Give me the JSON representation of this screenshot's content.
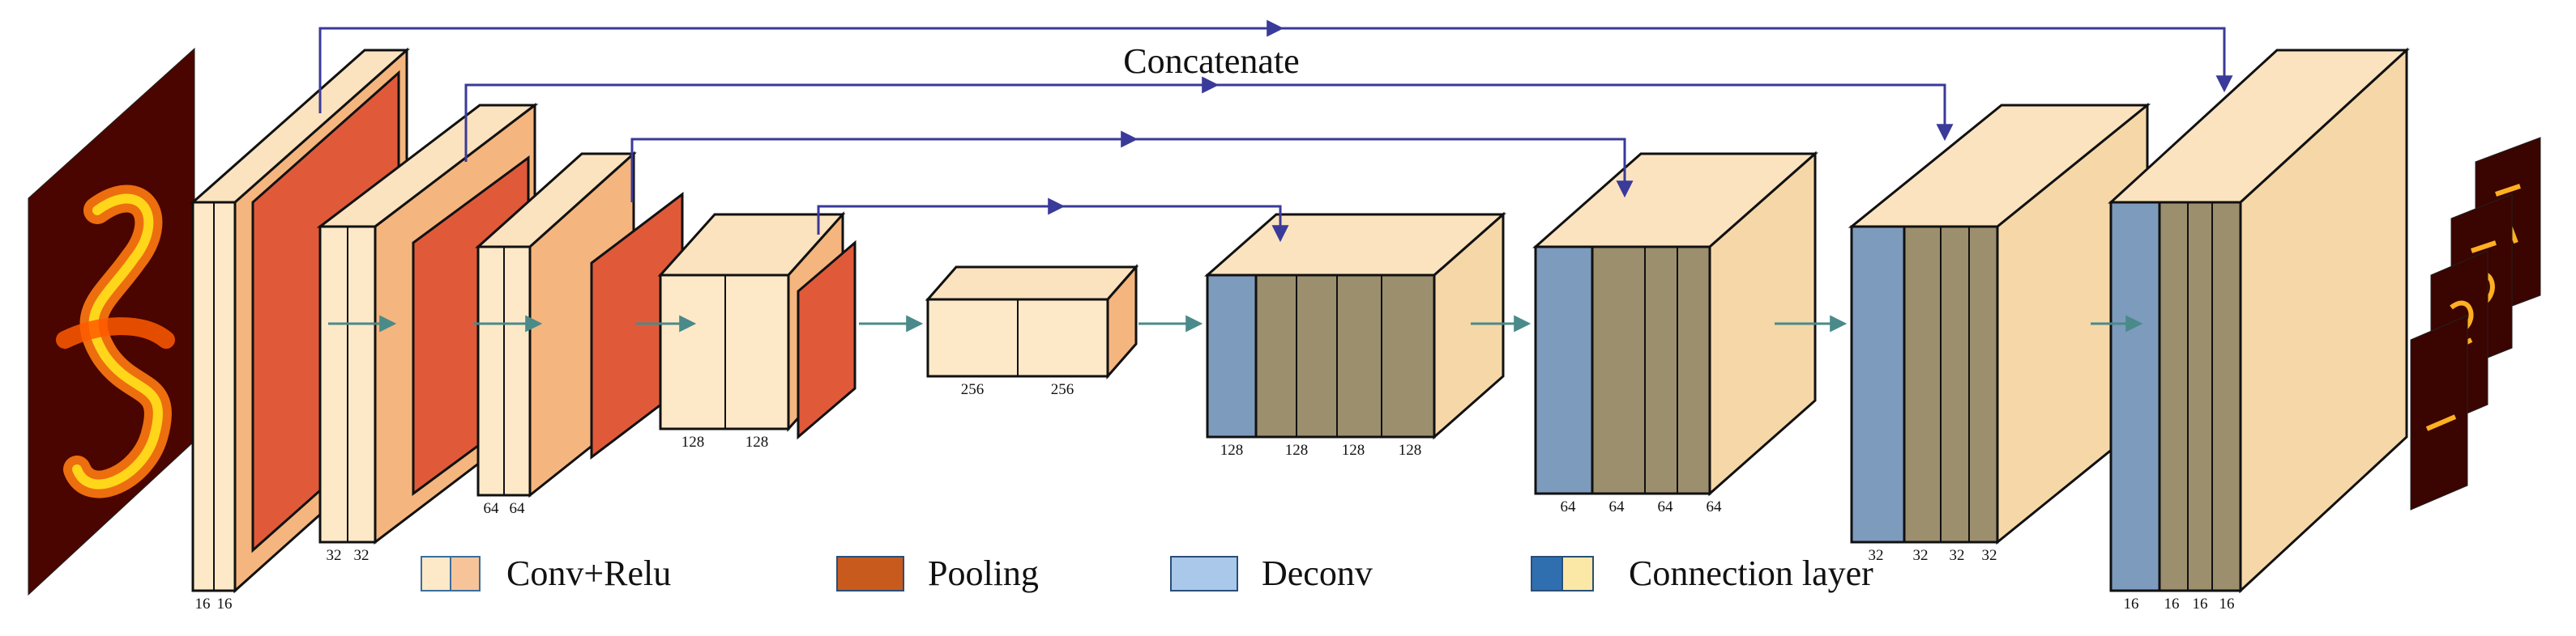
{
  "annotation": "Concatenate",
  "input_image": "heatmap-input",
  "output_image": "segmented-characters-output",
  "encoder": [
    {
      "layers": [
        "16",
        "16"
      ],
      "has_pool": true
    },
    {
      "layers": [
        "32",
        "32"
      ],
      "has_pool": true
    },
    {
      "layers": [
        "64",
        "64"
      ],
      "has_pool": true
    },
    {
      "layers": [
        "128",
        "128"
      ],
      "has_pool": true
    },
    {
      "layers": [
        "256",
        "256"
      ],
      "has_pool": false
    }
  ],
  "decoder": [
    {
      "layers": [
        "128",
        "128",
        "128",
        "128"
      ]
    },
    {
      "layers": [
        "64",
        "64",
        "64",
        "64"
      ]
    },
    {
      "layers": [
        "32",
        "32",
        "32",
        "32"
      ]
    },
    {
      "layers": [
        "16",
        "16",
        "16",
        "16"
      ]
    }
  ],
  "legend": [
    {
      "key": "conv",
      "label": "Conv+Relu"
    },
    {
      "key": "pool",
      "label": "Pooling"
    },
    {
      "key": "deconv",
      "label": "Deconv"
    },
    {
      "key": "connection",
      "label": "Connection layer"
    }
  ],
  "colors": {
    "conv_light": "#fde7c2",
    "conv_mid": "#f7bf86",
    "pool": "#e05a3a",
    "deconv": "#7d9bbd",
    "connection": "#9c8f6e",
    "skip_arrow": "#3a3a9a",
    "flow_arrow": "#4a8a8a"
  }
}
